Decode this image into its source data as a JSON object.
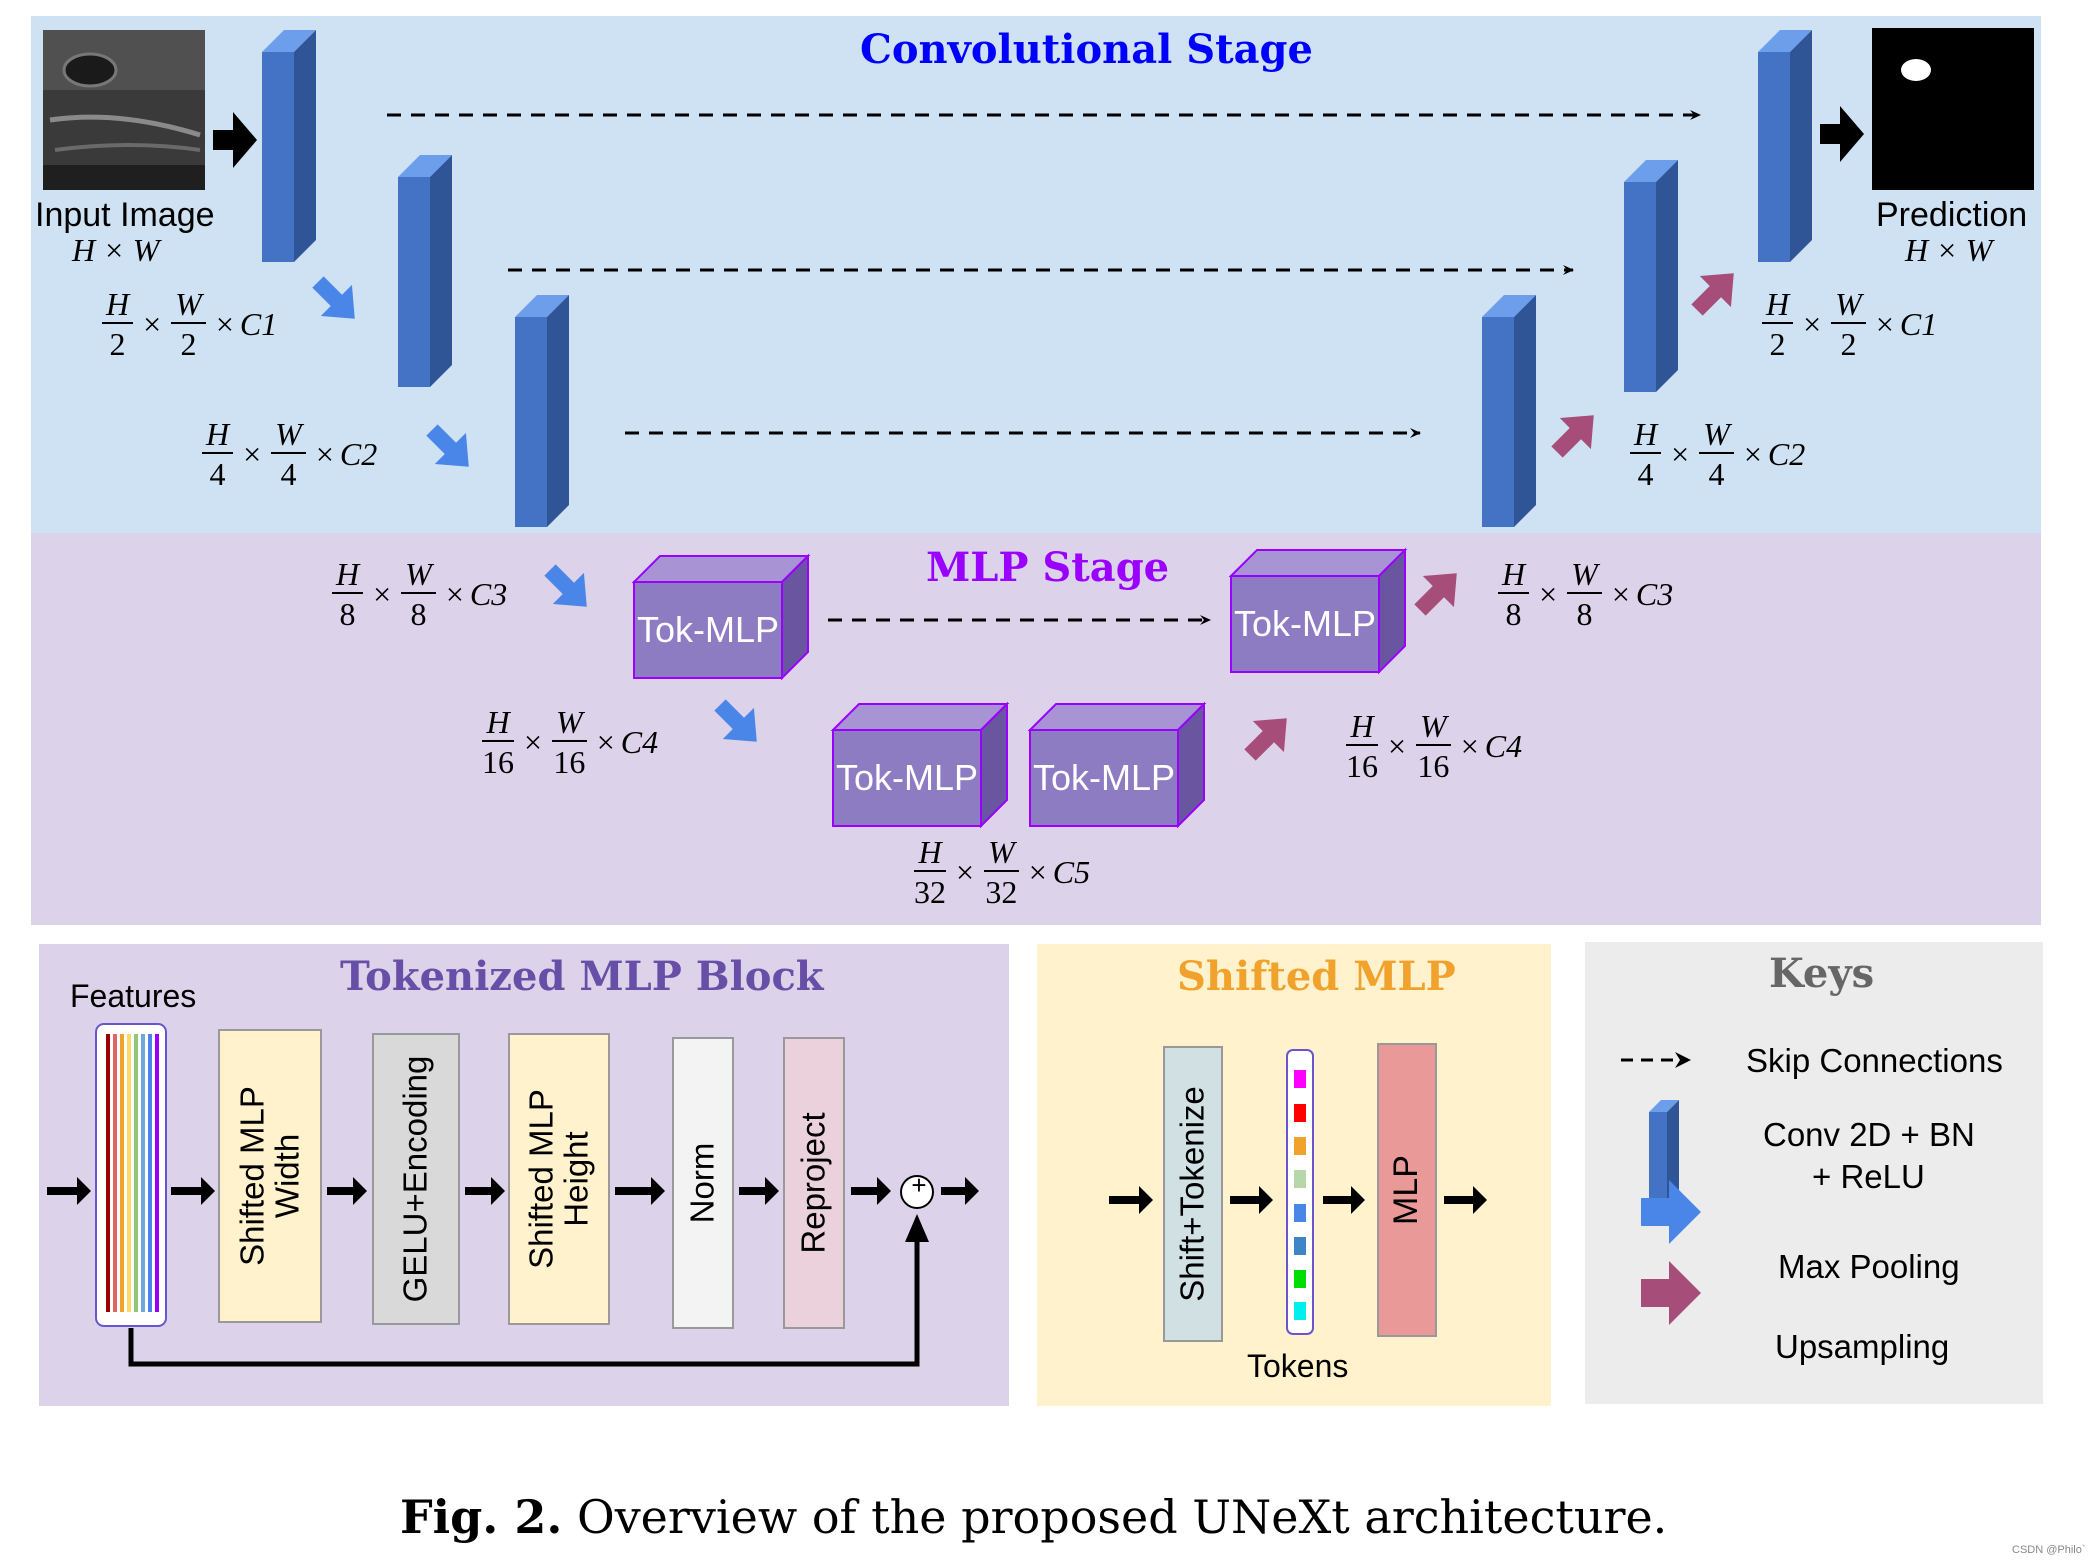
{
  "stages": {
    "conv_title": "Convolutional Stage",
    "mlp_title": "MLP Stage"
  },
  "io": {
    "input_label": "Input Image",
    "input_dims": "H × W",
    "prediction_label": "Prediction",
    "prediction_dims": "H × W"
  },
  "dims": {
    "c1": {
      "num_h": "H",
      "den_h": "2",
      "num_w": "W",
      "den_w": "2",
      "ch": "C1"
    },
    "c2": {
      "num_h": "H",
      "den_h": "4",
      "num_w": "W",
      "den_w": "4",
      "ch": "C2"
    },
    "c3": {
      "num_h": "H",
      "den_h": "8",
      "num_w": "W",
      "den_w": "8",
      "ch": "C3"
    },
    "c4": {
      "num_h": "H",
      "den_h": "16",
      "num_w": "W",
      "den_w": "16",
      "ch": "C4"
    },
    "c5": {
      "num_h": "H",
      "den_h": "32",
      "num_w": "W",
      "den_w": "32",
      "ch": "C5"
    }
  },
  "tok_mlp_label": "Tok-MLP",
  "tokenized_block": {
    "title": "Tokenized MLP Block",
    "features_label": "Features",
    "steps": [
      "Shifted MLP\nWidth",
      "GELU+Encoding",
      "Shifted MLP\nHeight",
      "Norm",
      "Reproject"
    ],
    "sum_symbol": "+"
  },
  "shifted_mlp": {
    "title": "Shifted MLP",
    "step1": "Shift+Tokenize",
    "tokens_label": "Tokens",
    "step2": "MLP"
  },
  "keys": {
    "title": "Keys",
    "skip": "Skip Connections",
    "conv_line1": "Conv 2D + BN",
    "conv_line2": "+ ReLU",
    "maxpool": "Max Pooling",
    "upsampling": "Upsampling"
  },
  "caption": {
    "prefix": "Fig. 2.",
    "text": "Overview of the proposed UNeXt architecture."
  },
  "watermark": "CSDN @Philo`",
  "colors": {
    "conv_bg": "#cfe2f3",
    "mlp_bg": "#dcd2ea",
    "shifted_bg": "#fff2cc",
    "keys_bg": "#ececec",
    "conv_block": "#4472c4",
    "tok_block": "#8e7cc3",
    "maxpool_arrow": "#4a86e8",
    "upsample_arrow": "#a64d79",
    "conv_title": "#0000ff",
    "mlp_title": "#9900ff",
    "tokblock_title": "#674ea7",
    "shifted_title": "#f1a22c",
    "keys_title": "#666666"
  }
}
